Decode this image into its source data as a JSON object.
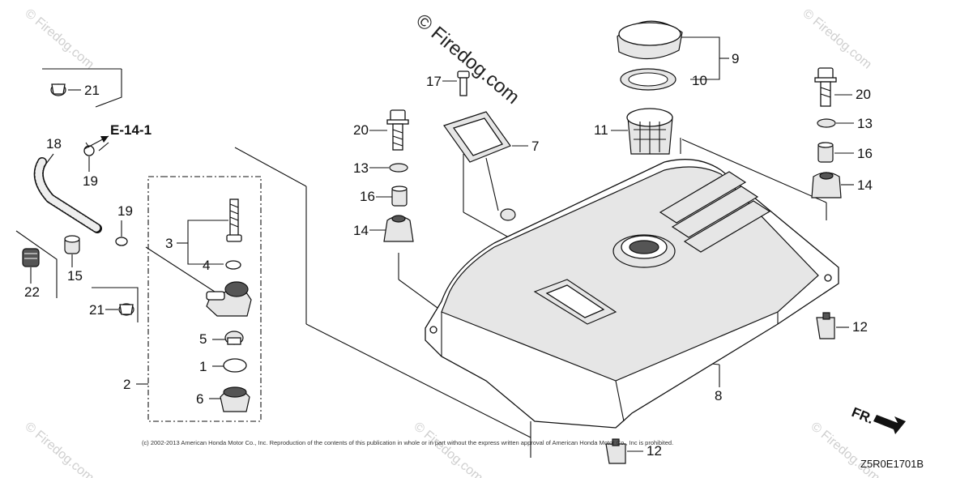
{
  "watermark_main": "© Firedog.com",
  "watermark_corner": "© Firedog.com",
  "reference": "E-14-1",
  "diagram_code": "Z5R0E1701B",
  "direction_label": "FR.",
  "copyright": "(c) 2002-2013 American Honda Motor Co., Inc. Reproduction of the contents of this publication in whole or in part without the express written approval of American Honda Motor Co., Inc is prohibited.",
  "callouts": {
    "c1": "1",
    "c2": "2",
    "c3": "3",
    "c4": "4",
    "c5": "5",
    "c6": "6",
    "c7": "7",
    "c8": "8",
    "c9": "9",
    "c10": "10",
    "c11": "11",
    "c12a": "12",
    "c12b": "12",
    "c13a": "13",
    "c13b": "13",
    "c14a": "14",
    "c14b": "14",
    "c15": "15",
    "c16a": "16",
    "c16b": "16",
    "c17": "17",
    "c18": "18",
    "c19a": "19",
    "c19b": "19",
    "c20a": "20",
    "c20b": "20",
    "c21a": "21",
    "c21b": "21",
    "c22": "22"
  }
}
